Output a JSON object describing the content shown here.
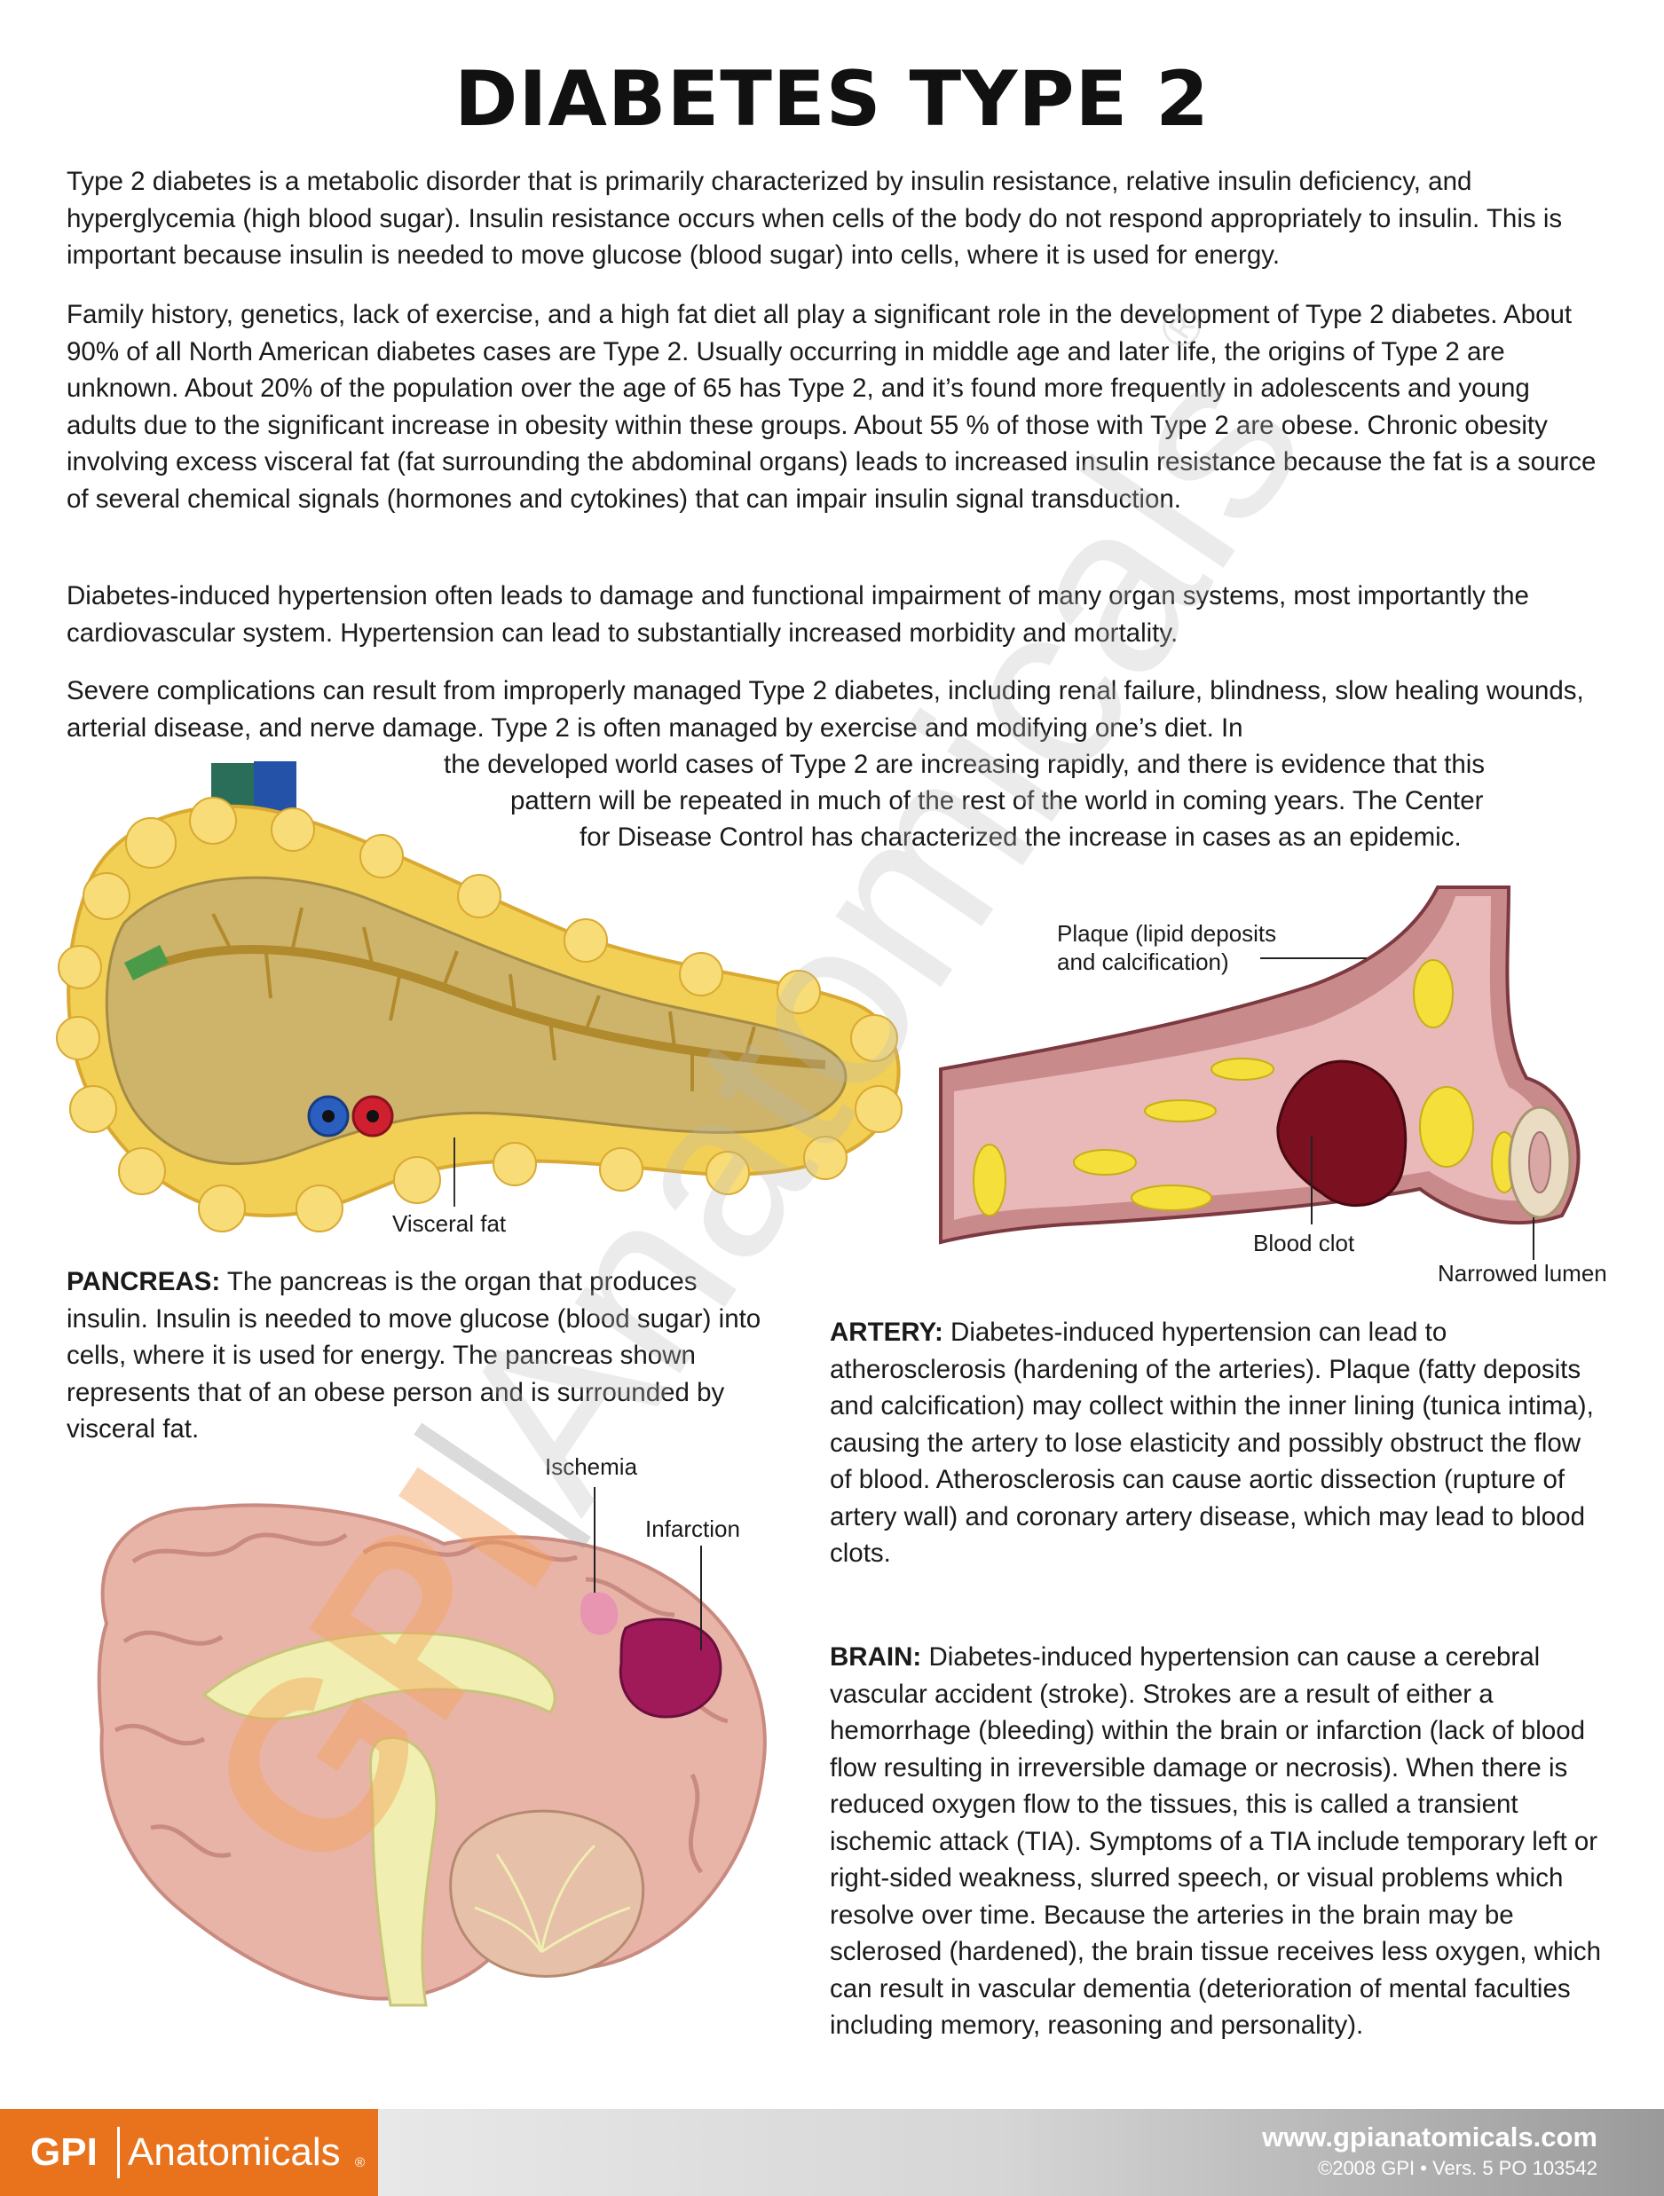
{
  "title": "DIABETES TYPE 2",
  "intro": {
    "p1": "Type 2 diabetes is a metabolic disorder that is primarily characterized by insulin resistance, relative insulin deficiency, and hyperglycemia (high blood sugar). Insulin resistance occurs when cells of the body do not respond appropriately to insulin. This is important because insulin is needed to move glucose (blood sugar) into cells, where it is used for energy.",
    "p2": "Family history, genetics, lack of exercise, and a high fat diet all play a significant role in the development of Type 2 diabetes. About 90% of all North American diabetes cases are Type 2. Usually occurring in middle age and later life, the origins of Type 2 are unknown. About 20% of the population over the age of 65 has Type 2, and it’s found more frequently in adolescents and young adults due to the significant increase in obesity within these groups. About 55 % of those with Type 2 are obese. Chronic obesity involving excess visceral fat (fat surrounding the abdominal organs) leads to increased insulin resistance because the fat is a source of several chemical signals (hormones and cytokines) that can impair insulin signal transduction.",
    "p3": "Diabetes-induced hypertension often leads to damage and functional impairment of many organ systems, most importantly the cardiovascular system. Hypertension can lead to substantially increased morbidity and mortality.",
    "p4": "Severe complications can result from improperly managed Type 2 diabetes, including renal failure, blindness, slow healing wounds, arterial disease, and nerve damage. Type 2 is often managed by exercise and modifying one’s diet. In",
    "p4_line3": "the developed world cases of Type 2 are increasing rapidly, and there is evidence that this",
    "p4_line4": "pattern will be repeated in much of the rest of the world in coming years. The Center",
    "p4_line5": "for Disease Control has characterized the increase in cases as an epidemic."
  },
  "labels": {
    "visceral_fat": "Visceral fat",
    "plaque_1": "Plaque (lipid deposits",
    "plaque_2": "and calcification)",
    "blood_clot": "Blood clot",
    "narrowed_lumen": "Narrowed lumen",
    "ischemia": "Ischemia",
    "infarction": "Infarction"
  },
  "pancreas": {
    "heading": "PANCREAS:",
    "text": " The pancreas is the organ that produces insulin. Insulin is needed to move glucose (blood sugar) into cells, where it is used for energy. The pancreas shown represents that of an obese person and is surrounded by visceral fat."
  },
  "artery": {
    "heading": "ARTERY:",
    "text": " Diabetes-induced hypertension can lead to atherosclerosis (hardening of the arteries). Plaque (fatty deposits and calcification) may collect within the inner lining (tunica intima), causing the artery to lose elasticity and possibly obstruct the flow of blood.  Atherosclerosis can cause aortic dissection (rupture of artery wall) and coronary artery disease, which may lead to blood clots."
  },
  "brain": {
    "heading": "BRAIN:",
    "text": " Diabetes-induced hypertension can cause a cerebral vascular accident (stroke). Strokes are a result of either a hemorrhage (bleeding) within the brain or infarction (lack of blood flow resulting in irreversible damage or necrosis). When there is reduced oxygen flow to the tissues, this is called a transient ischemic attack (TIA). Symptoms of a TIA include temporary left or right-sided weakness, slurred speech, or visual problems which resolve over time. Because the arteries in the brain may be sclerosed (hardened), the brain tissue receives less oxygen, which can result in vascular dementia (deterioration of mental faculties including memory, reasoning and personality)."
  },
  "footer": {
    "brand_gpi": "GPI",
    "brand_name": "Anatomicals",
    "brand_reg": "®",
    "url": "www.gpianatomicals.com",
    "copyright": "©2008 GPI • Vers. 5 PO 103542"
  },
  "watermark": {
    "gpi": "GPI",
    "name": "Anatomicals",
    "reg": "®"
  },
  "colors": {
    "brand_orange": "#e8731c",
    "fat_yellow": "#f2cf55",
    "tissue_tan": "#cdb46a",
    "artery_pink": "#c98a8c",
    "clot_red": "#7a1020",
    "brain_pink": "#e8b4a8",
    "infarct_magenta": "#a01a5a"
  }
}
